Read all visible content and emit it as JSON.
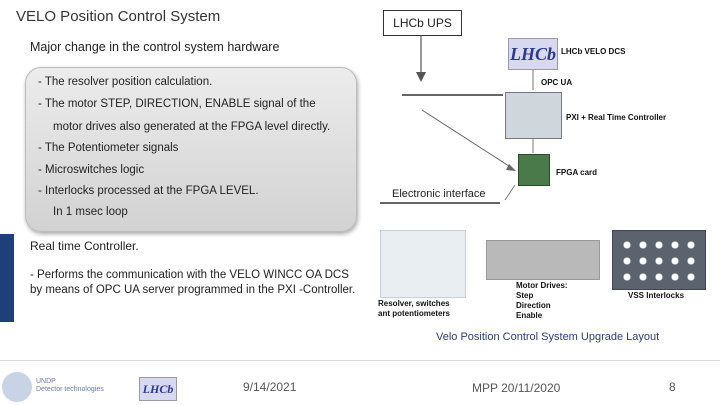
{
  "slide": {
    "title": "VELO Position Control System",
    "ups_label": "LHCb UPS",
    "subtitle": "Major change in the control system hardware",
    "bullets": [
      "-  The resolver position calculation.",
      "-  The motor STEP, DIRECTION, ENABLE signal of the",
      "motor drives also generated at the FPGA level directly.",
      "-  The Potentiometer signals",
      "-  Microswitches logic",
      "-  Interlocks processed at the FPGA LEVEL.",
      "In 1 msec loop"
    ],
    "rt_title": "Real time Controller.",
    "rt_text": "-   Performs the communication with the VELO WINCC OA DCS by means of OPC UA server programmed in the PXI -Controller."
  },
  "diagram": {
    "logo_text": "LHCb",
    "dcs_label": "LHCb VELO DCS",
    "opc_label": "OPC UA",
    "pxi_label": "PXI + Real Time Controller",
    "fpga_label": "FPGA card",
    "elec_label": "Electronic interface",
    "resolver_label_1": "Resolver, switches",
    "resolver_label_2": "ant potentiometers",
    "drives_label_1": "Motor Drives:",
    "drives_label_2": "Step",
    "drives_label_3": "Direction",
    "drives_label_4": "Enable",
    "vss_label": "VSS Interlocks",
    "caption": "Velo Position Control System Upgrade Layout"
  },
  "footer": {
    "institute_line1": "UNDP",
    "institute_line2": "Detector technologies",
    "logo_text": "LHCb",
    "date": "9/14/2021",
    "event": "MPP 20/11/2020",
    "page": "8"
  }
}
